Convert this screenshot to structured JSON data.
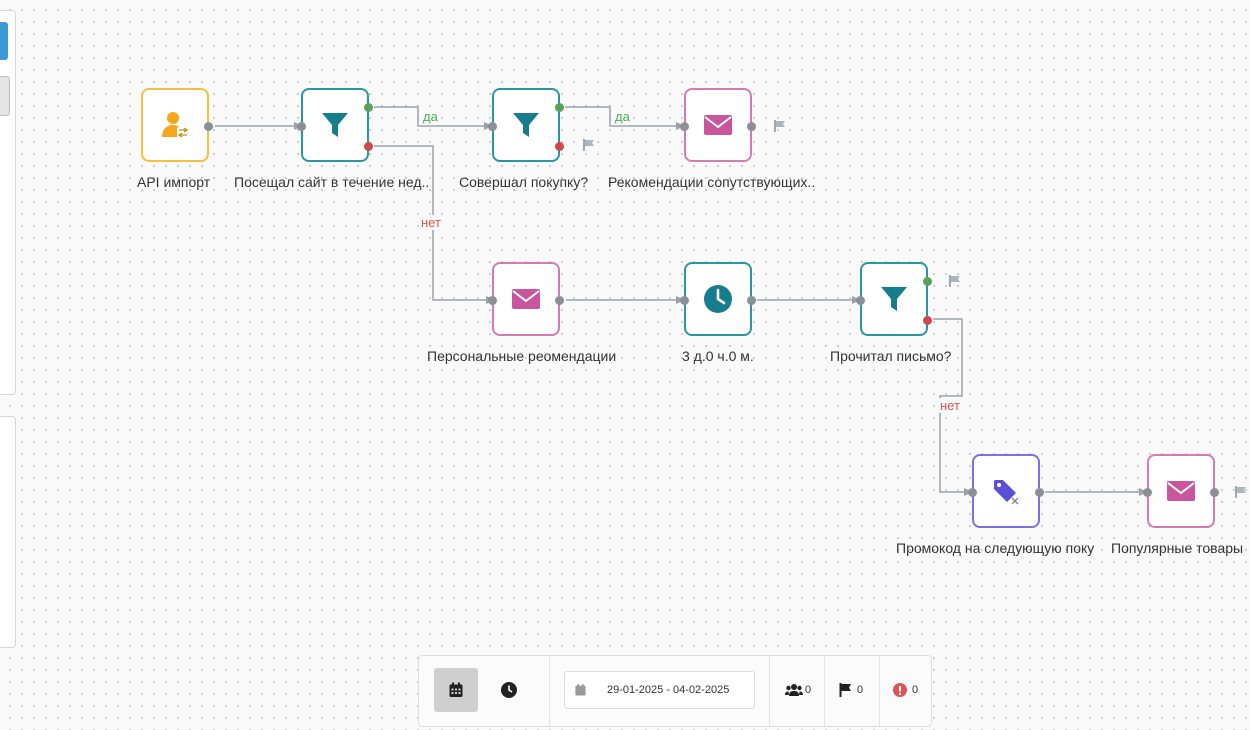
{
  "canvas": {
    "nodes": [
      {
        "id": "api",
        "label": "API импорт",
        "type": "source",
        "icon": "user-import-icon",
        "color": "#f5b72a"
      },
      {
        "id": "visited",
        "label": "Посещал сайт в течение нед..",
        "type": "filter",
        "icon": "funnel-icon",
        "color": "#1a8a9a"
      },
      {
        "id": "bought",
        "label": "Совершал покупку?",
        "type": "filter",
        "icon": "funnel-icon",
        "color": "#1a8a9a"
      },
      {
        "id": "rec_email",
        "label": "Рекомендации сопутствующих..",
        "type": "email",
        "icon": "envelope-icon",
        "color": "#cf5fa3"
      },
      {
        "id": "personal_email",
        "label": "Персональные реомендации",
        "type": "email",
        "icon": "envelope-icon",
        "color": "#cf5fa3"
      },
      {
        "id": "delay",
        "label": "3 д.0 ч.0 м.",
        "type": "delay",
        "icon": "clock-icon",
        "color": "#1a8a9a"
      },
      {
        "id": "read",
        "label": "Прочитал письмо?",
        "type": "filter",
        "icon": "funnel-icon",
        "color": "#1a8a9a"
      },
      {
        "id": "promo",
        "label": "Промокод на следующую поку",
        "type": "promocode",
        "icon": "tag-icon",
        "color": "#6a5de0"
      },
      {
        "id": "popular_email",
        "label": "Популярные товары",
        "type": "email",
        "icon": "envelope-icon",
        "color": "#cf5fa3"
      }
    ],
    "edge_labels": {
      "yes": "да",
      "no": "нет"
    }
  },
  "toolbar": {
    "calendar_button": {
      "icon": "calendar-icon",
      "active": true
    },
    "clock_button": {
      "icon": "clock-icon"
    },
    "date_range": "29-01-2025 - 04-02-2025",
    "users_count": "0",
    "flags_count": "0",
    "errors_count": "0"
  },
  "colors": {
    "source": "#f5b72a",
    "filter": "#1a8a9a",
    "email": "#cf5fa3",
    "promocode": "#6a5de0",
    "yes": "#4caf50",
    "no": "#d9534f"
  }
}
